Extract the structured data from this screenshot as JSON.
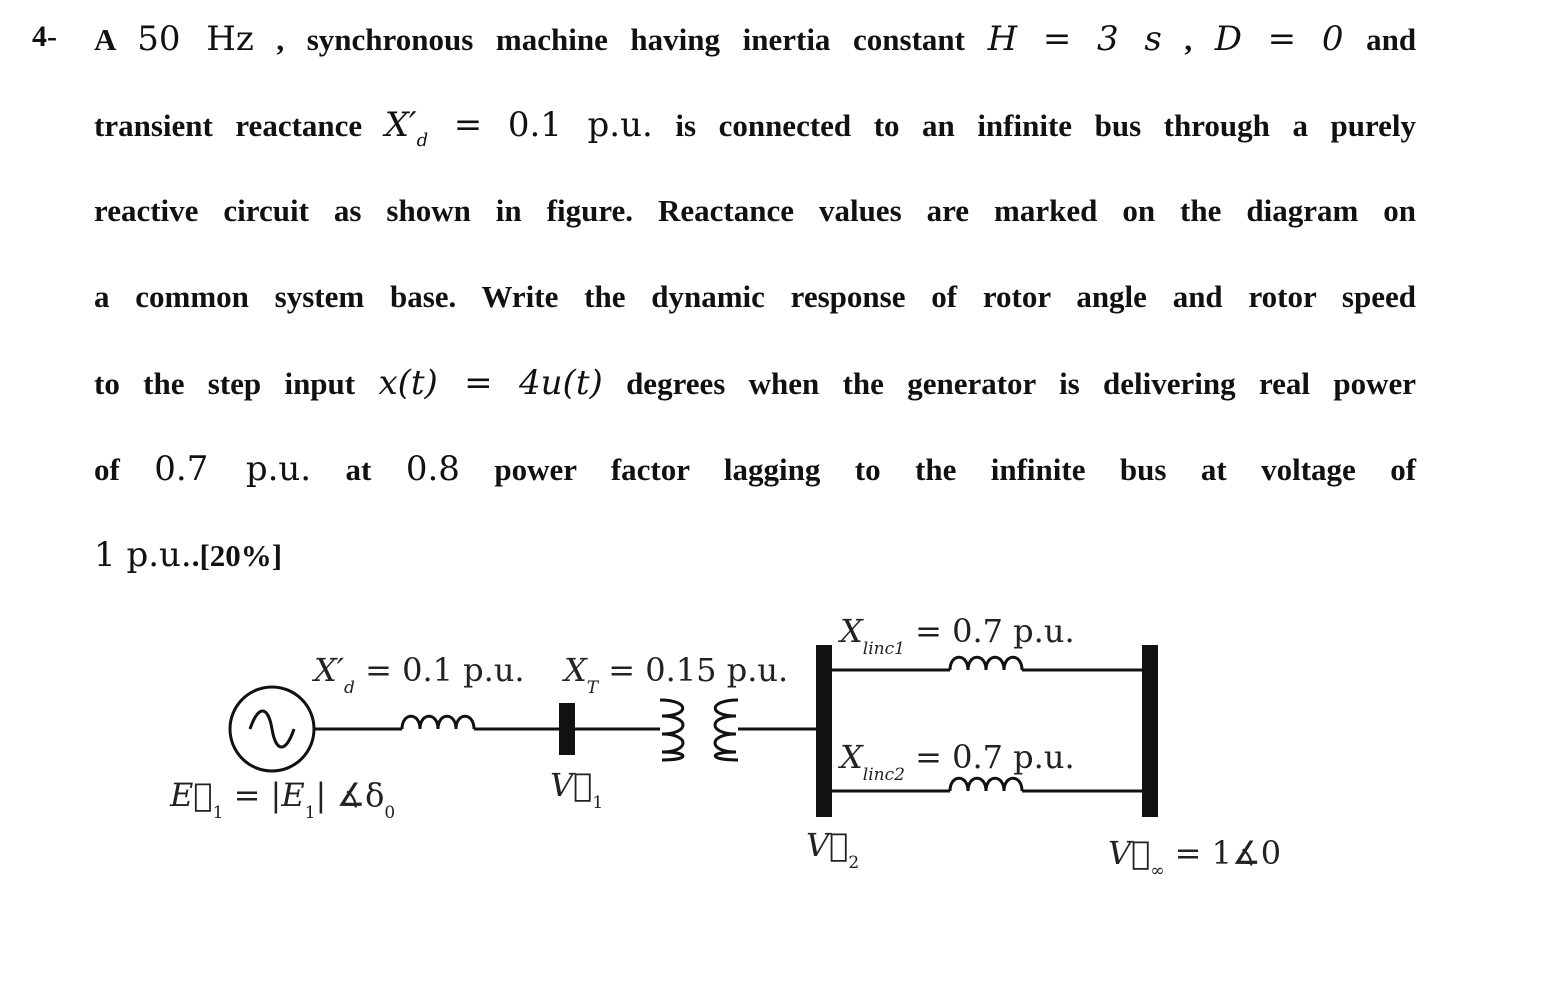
{
  "problem": {
    "number": "4-",
    "line1": {
      "pre": "A",
      "m1": "50 Hz",
      "t1": ", synchronous machine having inertia constant",
      "m2": "H = 3 s",
      "t2": ",",
      "m3": "D = 0",
      "t3": "and"
    },
    "line2": {
      "t1": "transient reactance",
      "m1_var": "X′",
      "m1_sub": "d",
      "m1_val": "= 0.1 p.u.",
      "t2": "is connected to an infinite bus through a purely"
    },
    "line3": "reactive circuit as shown in figure. Reactance values are marked on the diagram on",
    "line4": "a common system base. Write the dynamic response of rotor angle and rotor speed",
    "line5": {
      "t1": "to the step input",
      "m1": "x(t) = 4u(t)",
      "t2": "degrees when the generator is delivering real power"
    },
    "line6": {
      "t1": "of",
      "m1": "0.7 p.u.",
      "t2": "at",
      "m2": "0.8",
      "t3": "power factor lagging to the infinite bus at voltage of"
    },
    "line7": {
      "m1": "1 p.u.",
      "t1": ".[20%]"
    }
  },
  "diagram": {
    "xd_label_var": "X′",
    "xd_label_sub": "d",
    "xd_label_val": "= 0.1 p.u.",
    "xt_label_var": "X",
    "xt_label_sub": "T",
    "xt_label_val": "= 0.15 p.u.",
    "xline1_var": "X",
    "xline1_sub": "linc1",
    "xline1_val": "= 0.7 p.u.",
    "xline2_var": "X",
    "xline2_sub": "linc2",
    "xline2_val": "= 0.7 p.u.",
    "e1_label": "E⃗",
    "e1_sub": "1",
    "e1_rest_a": "= |",
    "e1_rest_b": "E",
    "e1_rest_b_sub": "1",
    "e1_rest_c": "| ∡δ",
    "e1_rest_c_sub": "0",
    "v1_label": "V⃗",
    "v1_sub": "1",
    "v2_label": "V⃗",
    "v2_sub": "2",
    "vinf_label": "V⃗",
    "vinf_sub": "∞",
    "vinf_val": "= 1∡0"
  }
}
